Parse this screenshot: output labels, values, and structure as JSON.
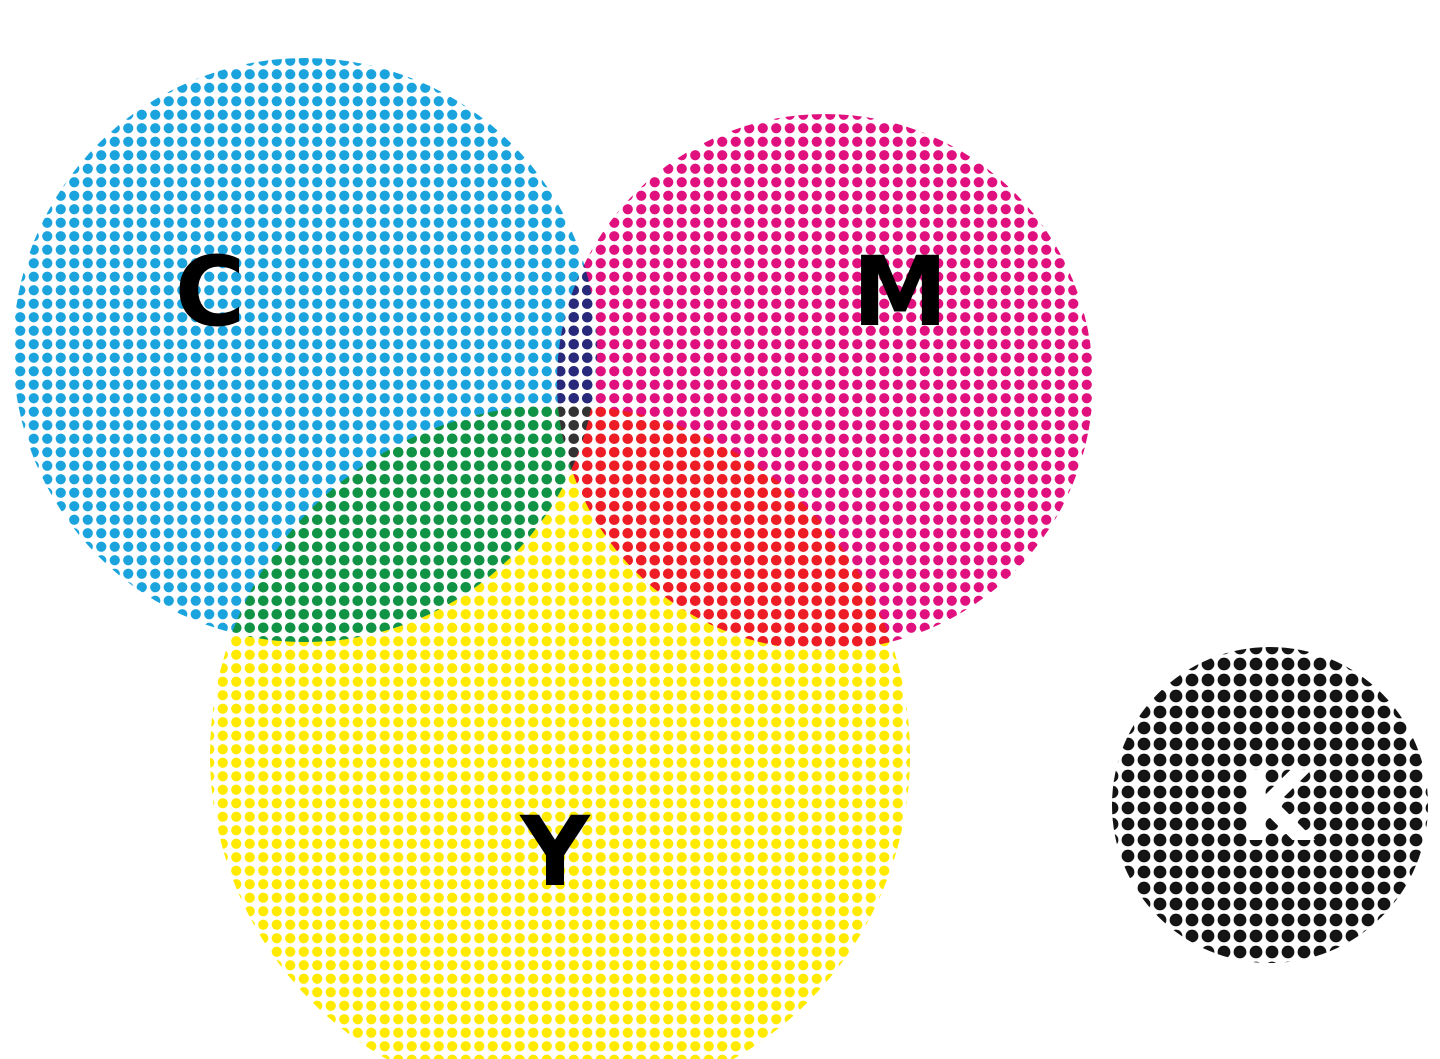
{
  "diagram": {
    "type": "cmyk-halftone-venn",
    "regions": {
      "cyan": {
        "label": "C",
        "color": "#1aa3dd"
      },
      "magenta": {
        "label": "M",
        "color": "#e0107e"
      },
      "yellow": {
        "label": "Y",
        "color": "#ffea00"
      },
      "key": {
        "label": "K",
        "color": "#141414"
      }
    },
    "overlap_colors": {
      "cyan_magenta": "#28297a",
      "cyan_yellow": "#119345",
      "magenta_yellow": "#ee1c25",
      "cyan_magenta_yellow": "#333333"
    },
    "label_colors": {
      "dark": "#000000",
      "light": "#ffffff"
    }
  }
}
